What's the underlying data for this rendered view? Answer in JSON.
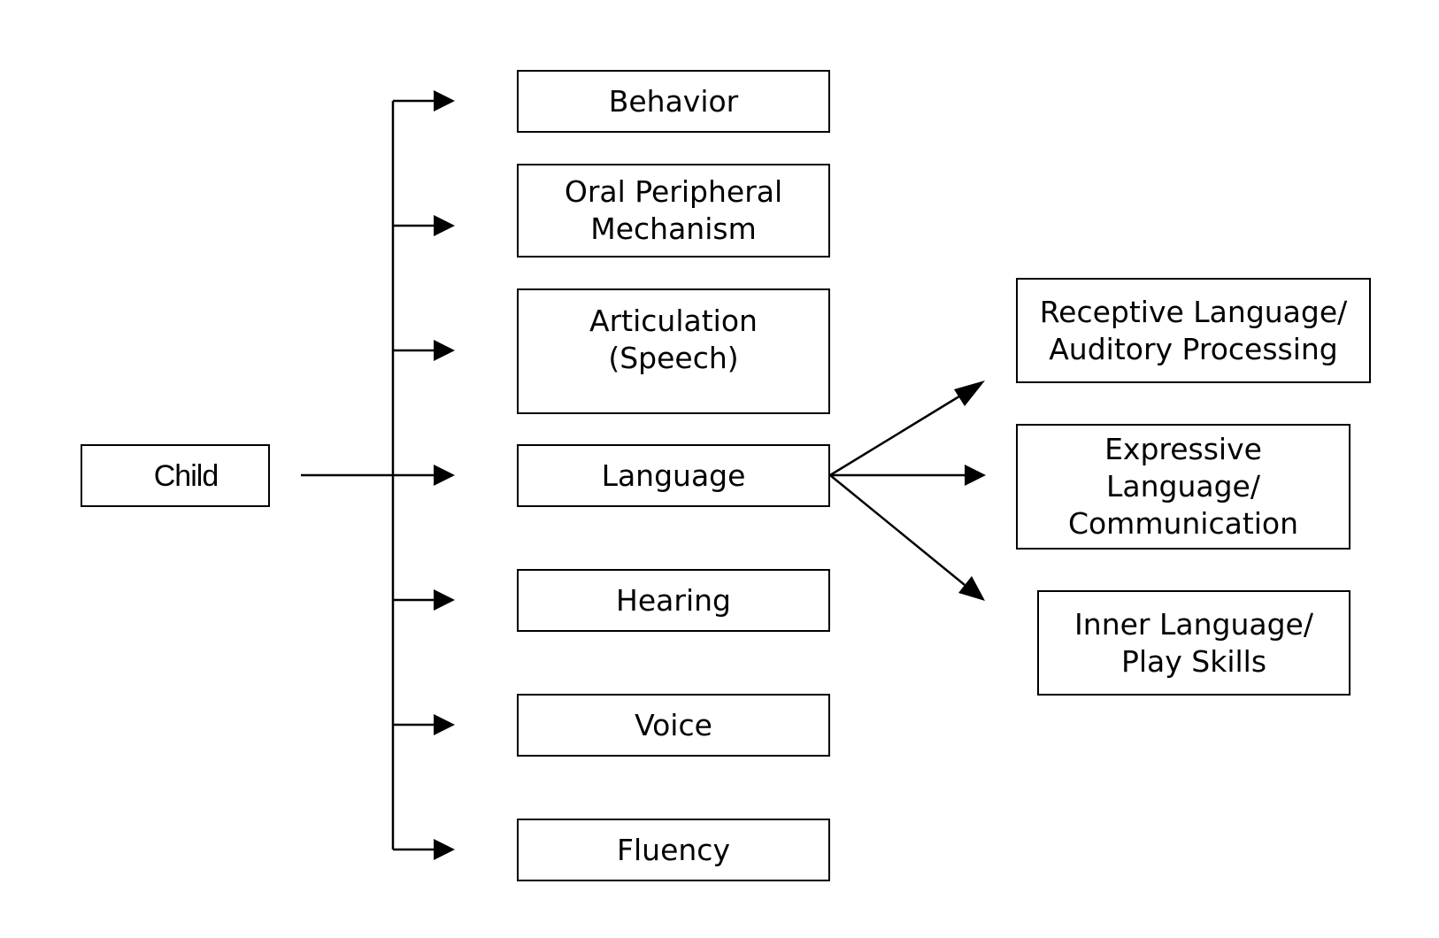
{
  "diagram": {
    "root": {
      "label": "Child"
    },
    "areas": [
      {
        "id": "behavior",
        "label": "Behavior"
      },
      {
        "id": "oral-peripheral-mechanism",
        "label": "Oral Peripheral\nMechanism"
      },
      {
        "id": "articulation",
        "label": "Articulation\n(Speech)"
      },
      {
        "id": "language",
        "label": "Language"
      },
      {
        "id": "hearing",
        "label": "Hearing"
      },
      {
        "id": "voice",
        "label": "Voice"
      },
      {
        "id": "fluency",
        "label": "Fluency"
      }
    ],
    "language_subareas": [
      {
        "id": "receptive-language",
        "label": "Receptive Language/\nAuditory Processing"
      },
      {
        "id": "expressive-language",
        "label": "Expressive\nLanguage/\nCommunication"
      },
      {
        "id": "inner-language",
        "label": "Inner Language/\nPlay Skills"
      }
    ],
    "colors": {
      "line": "#000000",
      "box_border": "#000000",
      "background": "#ffffff",
      "text": "#000000"
    }
  }
}
